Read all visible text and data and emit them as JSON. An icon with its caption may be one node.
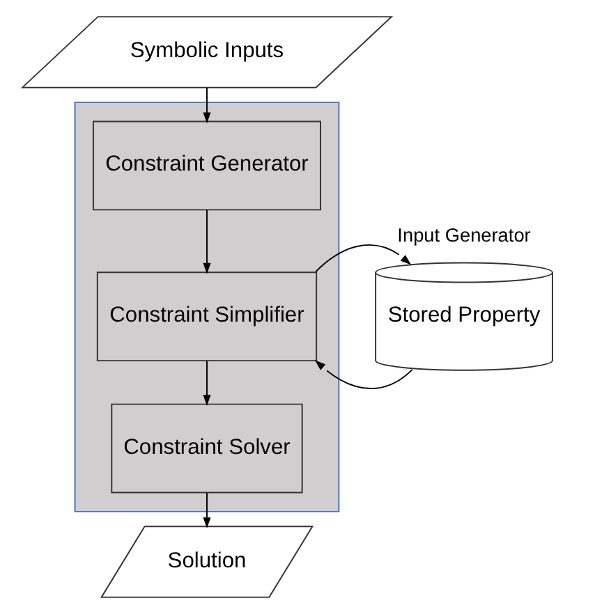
{
  "diagram": {
    "nodes": [
      {
        "text": [
          "Symbolic Inputs"
        ]
      },
      {
        "text": [],
        "shape": "box"
      },
      {
        "text": [
          "Constraint Generator"
        ],
        "in": 1
      },
      {
        "text": [
          "Constraint Simplifier"
        ],
        "in": 1
      },
      {
        "text": [
          "Constraint Solver"
        ],
        "in": 1
      },
      {
        "text": [
          "Stored Property"
        ],
        "beside": [
          "Input Generator"
        ]
      },
      {
        "text": [
          "Solution"
        ]
      }
    ],
    "edges": [
      {
        "from": 0,
        "to": 2,
        "arrow": "to"
      },
      {
        "from": 2,
        "to": 3,
        "arrow": "to"
      },
      {
        "from": 3,
        "to": 4,
        "arrow": "to"
      },
      {
        "from": 3,
        "to": 5,
        "arrow": "to"
      },
      {
        "from": 5,
        "to": 3,
        "arrow": "to"
      },
      {
        "from": 4,
        "to": 6,
        "arrow": "to"
      }
    ]
  }
}
